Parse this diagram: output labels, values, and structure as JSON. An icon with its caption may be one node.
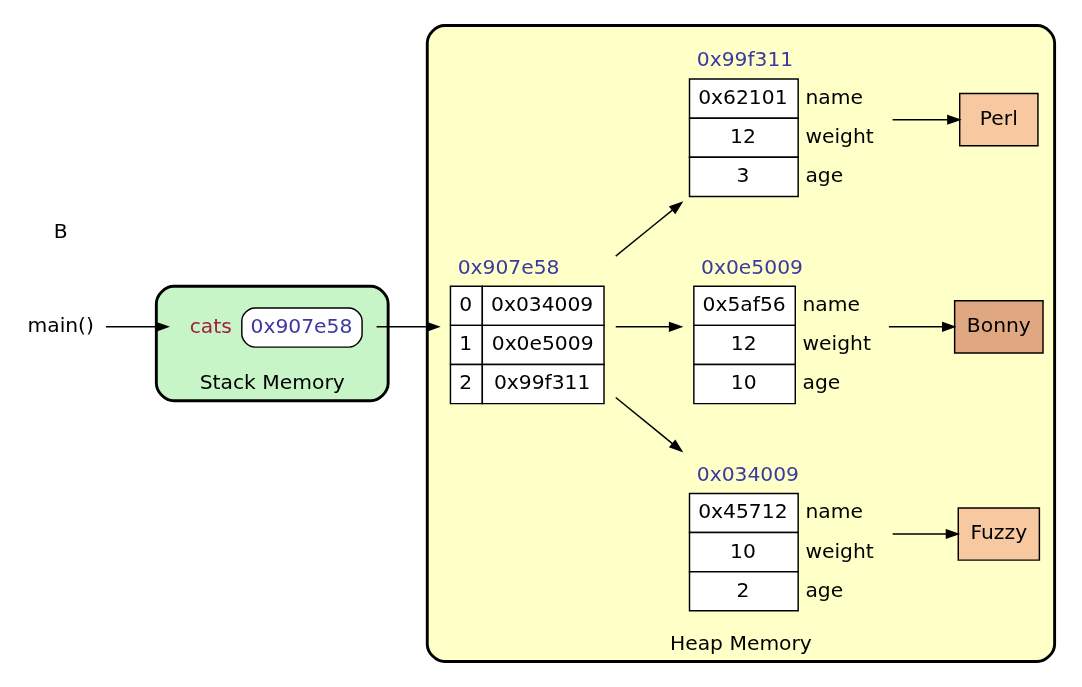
{
  "diagram": {
    "nodes": [
      {
        "text": [
          "Stack Memory"
        ]
      },
      {
        "text": [
          "Heap Memory"
        ]
      },
      {
        "text": [
          "main()"
        ]
      },
      {
        "text": [
          "0x907e58"
        ],
        "beside": [
          "cats"
        ],
        "in": 0
      },
      {
        "text": [
          "0x034009",
          "0x45712",
          "name",
          "10",
          "weight",
          "2",
          "age"
        ],
        "in": 1
      },
      {
        "text": [
          "Fuzzy"
        ],
        "in": 1
      },
      {
        "text": [
          "0x0e5009",
          "0x5af56",
          "name",
          "12",
          "weight",
          "10",
          "age"
        ],
        "in": 1
      },
      {
        "text": [
          "Bonny"
        ],
        "in": 1
      },
      {
        "text": [
          "0x907e58",
          "0",
          "0x034009",
          "1",
          "0x0e5009",
          "2",
          "0x99f311"
        ],
        "in": 1
      },
      {
        "text": [
          "0x99f311",
          "0x62101",
          "name",
          "12",
          "weight",
          "3",
          "age"
        ],
        "in": 1
      },
      {
        "text": [
          "Perl"
        ],
        "in": 1
      }
    ],
    "edges": [
      {
        "from": 2,
        "to": 3,
        "arrow": "to"
      },
      {
        "from": 3,
        "to": 8,
        "arrow": "to"
      },
      {
        "from": 8,
        "to": 4,
        "arrow": "to"
      },
      {
        "from": 8,
        "to": 6,
        "arrow": "to"
      },
      {
        "from": 8,
        "to": 9,
        "arrow": "to"
      },
      {
        "from": 4,
        "to": 5,
        "arrow": "to"
      },
      {
        "from": 6,
        "to": 7,
        "arrow": "to"
      },
      {
        "from": 9,
        "to": 10,
        "arrow": "to"
      }
    ],
    "labels": [
      "B"
    ]
  }
}
